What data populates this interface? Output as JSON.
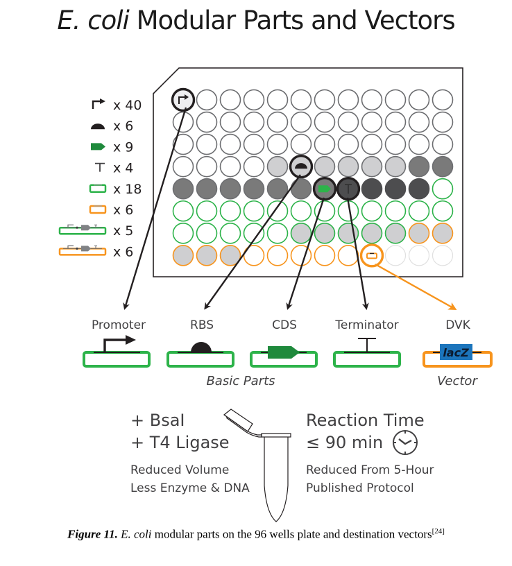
{
  "title": {
    "italic": "E. coli",
    "rest": " Modular Parts and Vectors"
  },
  "legend": [
    {
      "icon": "promoter-arrow-icon",
      "label": "x 40"
    },
    {
      "icon": "rbs-semicircle-icon",
      "label": "x 6"
    },
    {
      "icon": "cds-pentagon-icon",
      "label": "x 9"
    },
    {
      "icon": "terminator-t-icon",
      "label": "x 4"
    },
    {
      "icon": "green-vector-icon",
      "label": "x 18"
    },
    {
      "icon": "orange-vector-icon",
      "label": "x 6"
    },
    {
      "icon": "green-assembled-vector-icon",
      "label": "x 5"
    },
    {
      "icon": "orange-assembled-vector-icon",
      "label": "x 6"
    }
  ],
  "colors": {
    "green": "#2db34a",
    "dark_green": "#1f8a3c",
    "orange": "#f7941d",
    "blue": "#1c75bc",
    "light_gray_fill": "#cfcfd1",
    "mid_gray_fill": "#7a7a7a",
    "dark_gray_fill": "#4d4d4f",
    "well_stroke": "#6d6e71",
    "faint_stroke": "#e0e0e0",
    "black": "#231f20"
  },
  "plate": {
    "columns": 12,
    "rows": 8,
    "well_states": [
      [
        "hi-promoter",
        "w",
        "w",
        "w",
        "w",
        "w",
        "w",
        "w",
        "w",
        "w",
        "w",
        "w"
      ],
      [
        "w",
        "w",
        "w",
        "w",
        "w",
        "w",
        "w",
        "w",
        "w",
        "w",
        "w",
        "w"
      ],
      [
        "w",
        "w",
        "w",
        "w",
        "w",
        "w",
        "w",
        "w",
        "w",
        "w",
        "w",
        "w"
      ],
      [
        "w",
        "w",
        "w",
        "w",
        "lg",
        "hi-rbs",
        "lg",
        "lg",
        "lg",
        "lg",
        "mg",
        "mg"
      ],
      [
        "mg",
        "mg",
        "mg",
        "mg",
        "mg",
        "mg",
        "hi-cds",
        "hi-term",
        "dg",
        "dg",
        "dg",
        "g"
      ],
      [
        "g",
        "g",
        "g",
        "g",
        "g",
        "g",
        "g",
        "g",
        "g",
        "g",
        "g",
        "g"
      ],
      [
        "g",
        "g",
        "g",
        "g",
        "g",
        "gf",
        "gf",
        "gf",
        "gf",
        "gf",
        "of",
        "of"
      ],
      [
        "of",
        "of",
        "of",
        "o",
        "o",
        "o",
        "o",
        "o",
        "hi-vector",
        "e",
        "e",
        "e"
      ]
    ],
    "legend_key": {
      "w": "empty well",
      "lg": "RBS (light gray)",
      "mg": "promoter / CDS (gray)",
      "dg": "terminator (dark gray)",
      "g": "green vector",
      "gf": "green assembled vector",
      "o": "orange vector",
      "of": "orange assembled vector",
      "e": "unused"
    }
  },
  "parts": [
    {
      "label": "Promoter",
      "type": "promoter"
    },
    {
      "label": "RBS",
      "type": "rbs"
    },
    {
      "label": "CDS",
      "type": "cds"
    },
    {
      "label": "Terminator",
      "type": "terminator"
    },
    {
      "label": "DVK",
      "type": "vector",
      "insert_label": "lacZ"
    }
  ],
  "group_labels": {
    "basic": "Basic Parts",
    "vector": "Vector"
  },
  "reaction": {
    "left_line1": "+ BsaI",
    "left_line2": "+ T4 Ligase",
    "left_note1": "Reduced Volume",
    "left_note2": "Less Enzyme & DNA",
    "right_line1": "Reaction Time",
    "right_line2": "≤ 90 min",
    "right_note1": "Reduced From 5-Hour",
    "right_note2": "Published Protocol"
  },
  "caption": {
    "figure_label": "Figure 11.",
    "italic": "E. coli",
    "text": " modular parts on the 96 wells plate and destination vectors",
    "ref": "[24]"
  }
}
